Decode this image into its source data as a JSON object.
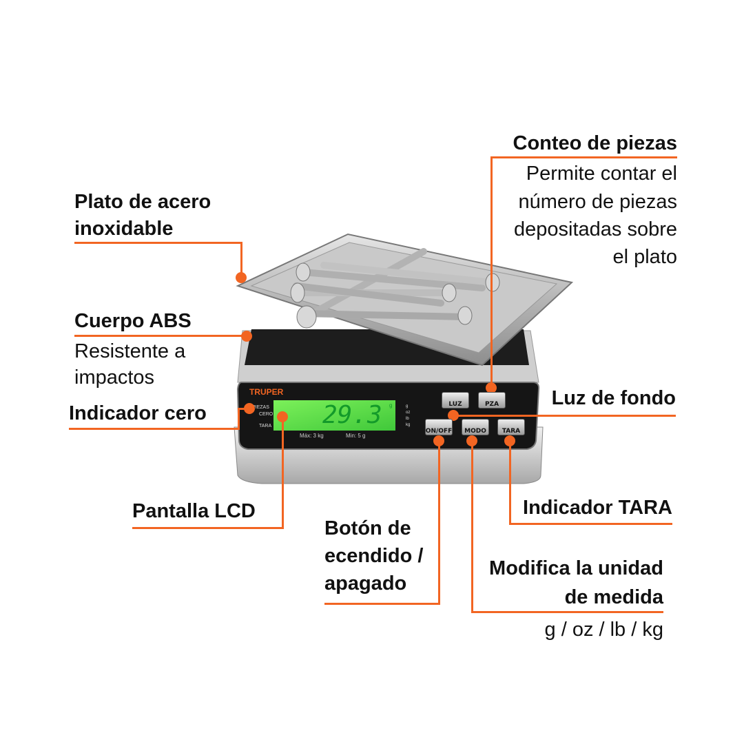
{
  "colors": {
    "accent": "#f26522",
    "lcd": "#5ee04a",
    "panel": "#151515"
  },
  "callouts": {
    "plate": {
      "title_line1": "Plato de acero",
      "title_line2": "inoxidable"
    },
    "body": {
      "title": "Cuerpo ABS",
      "desc_line1": "Resistente a",
      "desc_line2": "impactos"
    },
    "zero": {
      "title": "Indicador cero"
    },
    "lcd": {
      "title": "Pantalla LCD"
    },
    "power": {
      "title_line1": "Botón de",
      "title_line2": "ecendido /",
      "title_line3": "apagado"
    },
    "units": {
      "title_line1": "Modifica la unidad",
      "title_line2": "de medida",
      "desc": "g / oz / lb / kg"
    },
    "tare": {
      "title": "Indicador TARA"
    },
    "backlight": {
      "title": "Luz de fondo"
    },
    "count": {
      "title": "Conteo de piezas",
      "desc_line1": "Permite contar el",
      "desc_line2": "número de piezas",
      "desc_line3": "depositadas sobre",
      "desc_line4": "el plato"
    }
  },
  "scale": {
    "brand": "TRUPER",
    "indicators": [
      "PIEZAS",
      "CERO",
      "TARA"
    ],
    "reading": "29.3",
    "reading_unit": "g",
    "units": [
      "g",
      "oz",
      "lb",
      "kg"
    ],
    "max": "Máx: 3 kg",
    "min": "Min: 5 g",
    "buttons": {
      "luz": "LUZ",
      "pza": "PZA",
      "onoff": "ON/OFF",
      "modo": "MODO",
      "tara": "TARA"
    }
  }
}
